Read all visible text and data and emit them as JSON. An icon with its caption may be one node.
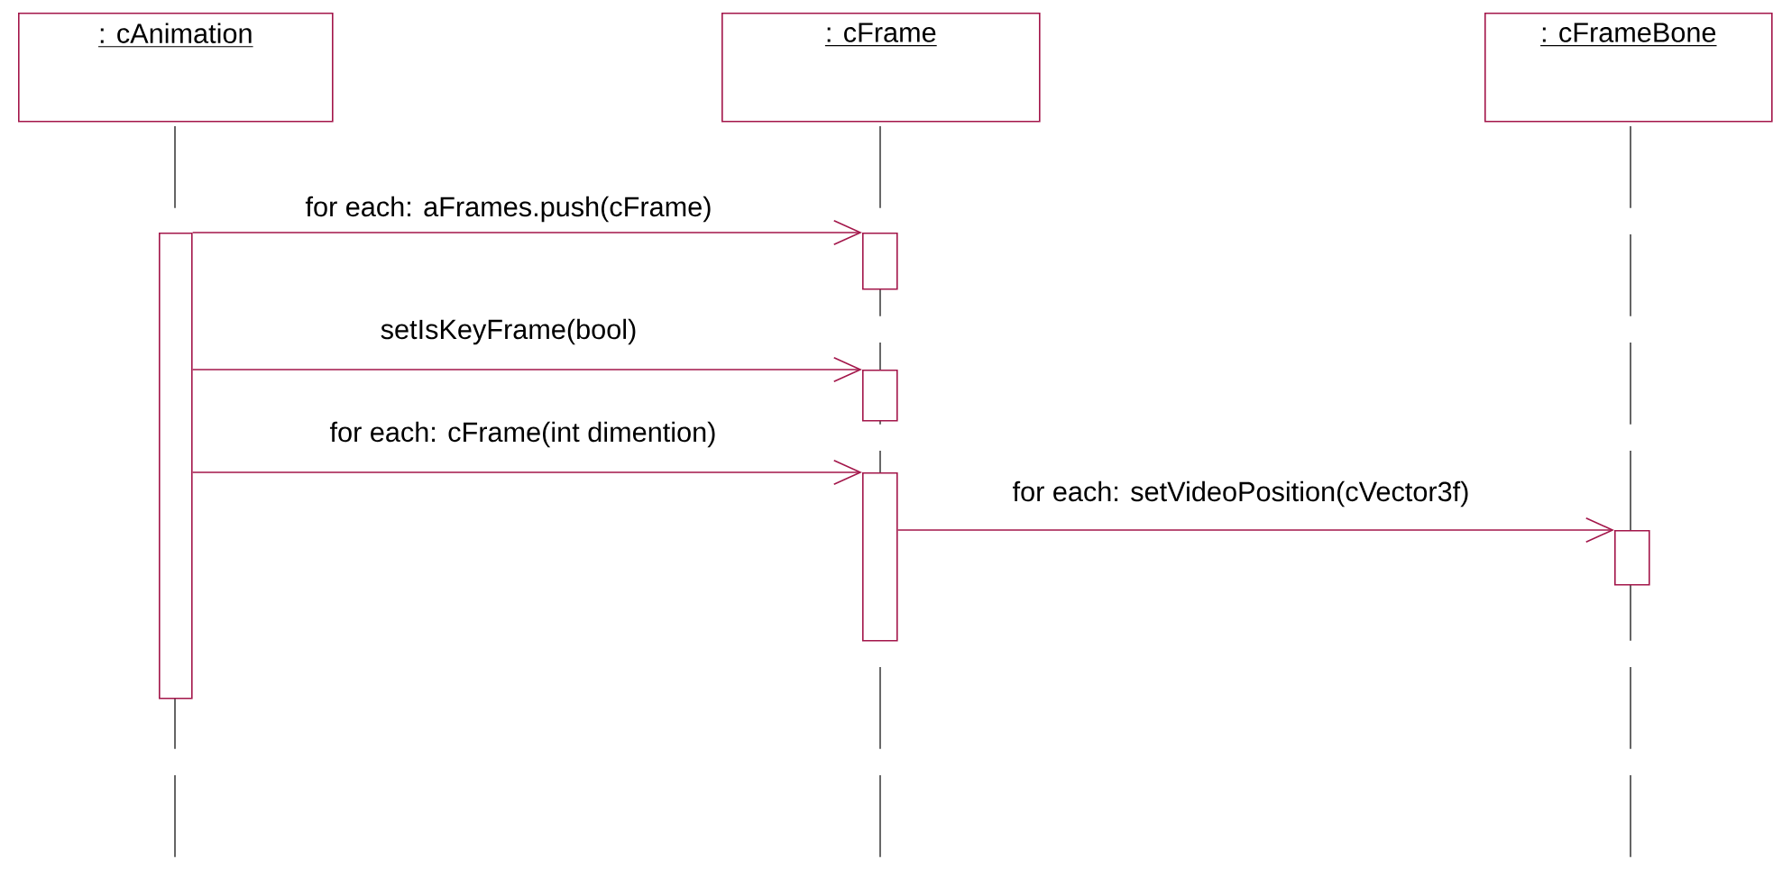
{
  "diagram": {
    "nodes": [
      {
        "text": [
          ": cAnimation"
        ]
      },
      {
        "text": [
          ": cFrame"
        ]
      },
      {
        "text": [
          ": cFrameBone"
        ]
      },
      {
        "text": [],
        "shape": "bar"
      },
      {
        "text": [],
        "shape": "bar"
      },
      {
        "text": [],
        "shape": "bar"
      },
      {
        "text": [],
        "shape": "bar"
      },
      {
        "text": [],
        "shape": "bar"
      }
    ],
    "edges": [
      {
        "from": 3,
        "to": 4,
        "arrow": "to",
        "label": "for each: aFrames.push(cFrame)"
      },
      {
        "from": 3,
        "to": 5,
        "arrow": "to",
        "label": "setIsKeyFrame(bool)"
      },
      {
        "from": 3,
        "to": 6,
        "arrow": "to",
        "label": "for each: cFrame(int dimention)"
      },
      {
        "from": 6,
        "to": 7,
        "arrow": "to",
        "label": "for each: setVideoPosition(cVector3f)"
      }
    ]
  }
}
